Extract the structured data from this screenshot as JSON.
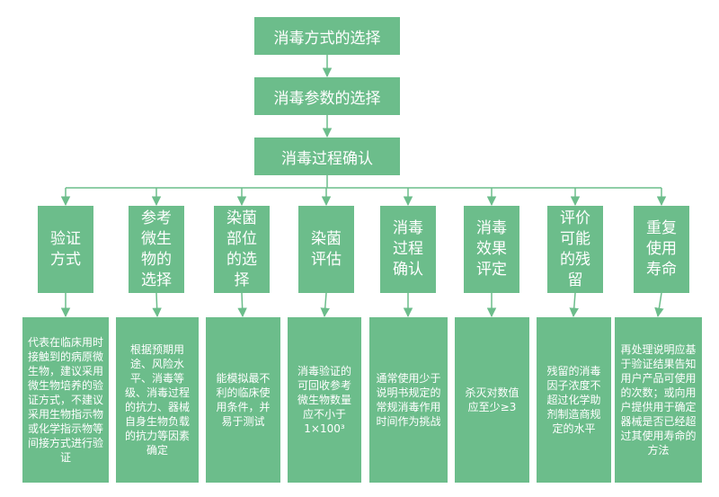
{
  "colors": {
    "box": "#6cbd8b",
    "line": "#6cbd8b",
    "text": "#ffffff"
  },
  "flow": [
    "消毒方式的选择",
    "消毒参数的选择",
    "消毒过程确认"
  ],
  "categories": [
    {
      "title": "验证方式",
      "detail": "代表在临床用时接触到的病原微生物，建议采用微生物培养的验证方式，不建议采用生物指示物或化学指示物等间接方式进行验证"
    },
    {
      "title": "参考微生物的选择",
      "detail": "根据预期用途、风险水平、消毒等级、消毒过程的抗力、器械自身生物负载的抗力等因素确定"
    },
    {
      "title": "染菌部位的选择",
      "detail": "能模拟最不利的临床使用条件，并易于测试"
    },
    {
      "title": "染菌评估",
      "detail": "消毒验证的可回收参考微生物数量应不小于1×100³"
    },
    {
      "title": "消毒过程确认",
      "detail": "通常使用少于说明书规定的常规消毒作用时间作为挑战"
    },
    {
      "title": "消毒效果评定",
      "detail": "杀灭对数值应至少≥3"
    },
    {
      "title": "评价可能的残留",
      "detail": "残留的消毒因子浓度不超过化学助剂制造商规定的水平"
    },
    {
      "title": "重复使用寿命",
      "detail": "再处理说明应基于验证结果告知用户产品可使用的次数；或向用户提供用于确定器械是否已经超过其使用寿命的方法"
    }
  ]
}
